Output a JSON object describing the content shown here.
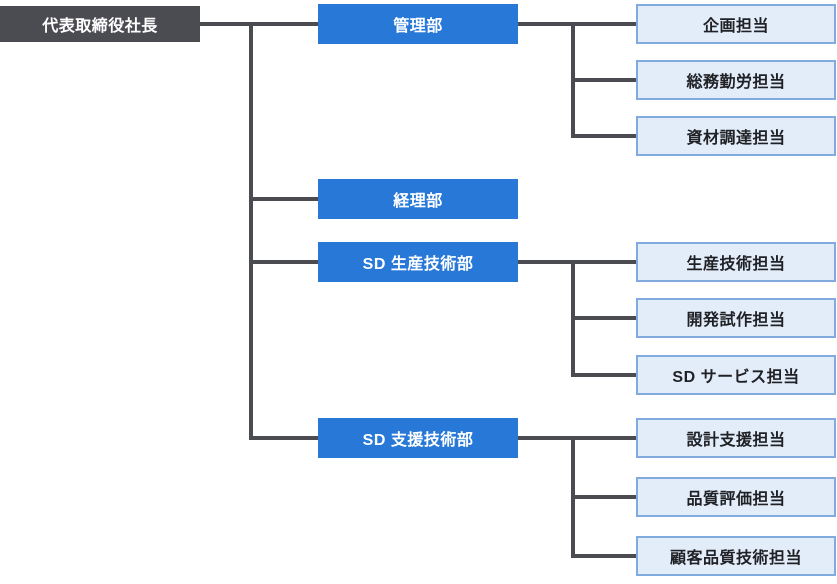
{
  "palette": {
    "dark": "#4b4b52",
    "blue": "#2878d8",
    "light_fill": "#e3edf9",
    "light_border": "#7fabdf",
    "text_dark": "#1f2126",
    "text_light": "#ffffff",
    "line": "#4b4b52"
  },
  "org": {
    "root": {
      "label": "代表取締役社長"
    },
    "departments": [
      {
        "label": "管理部",
        "children": [
          "企画担当",
          "総務勤労担当",
          "資材調達担当"
        ]
      },
      {
        "label": "経理部",
        "children": []
      },
      {
        "label": "SD 生産技術部",
        "children": [
          "生産技術担当",
          "開発試作担当",
          "SD サービス担当"
        ]
      },
      {
        "label": "SD 支援技術部",
        "children": [
          "設計支援担当",
          "品質評価担当",
          "顧客品質技術担当"
        ]
      }
    ]
  }
}
